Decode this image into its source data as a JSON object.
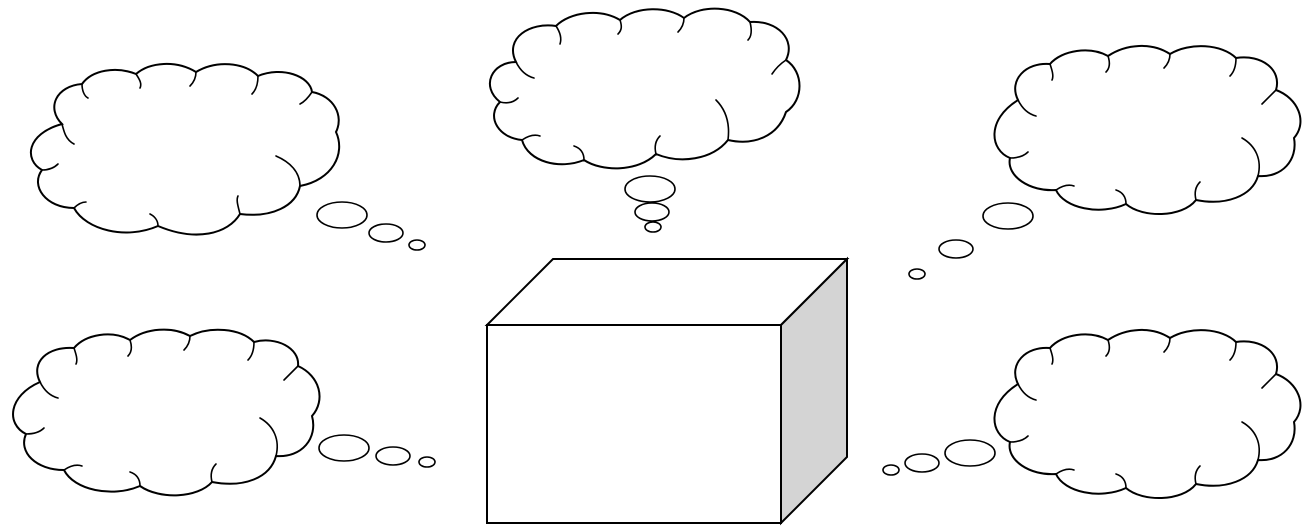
{
  "colors": {
    "stroke": "#000000",
    "fill": "#ffffff",
    "box_side": "#d4d4d4"
  },
  "clouds": [
    {
      "name": "thought-cloud-top-left",
      "text": ""
    },
    {
      "name": "thought-cloud-top-center",
      "text": ""
    },
    {
      "name": "thought-cloud-top-right",
      "text": ""
    },
    {
      "name": "thought-cloud-bottom-left",
      "text": ""
    },
    {
      "name": "thought-cloud-bottom-right",
      "text": ""
    }
  ],
  "box": {
    "name": "box-3d",
    "text": ""
  }
}
